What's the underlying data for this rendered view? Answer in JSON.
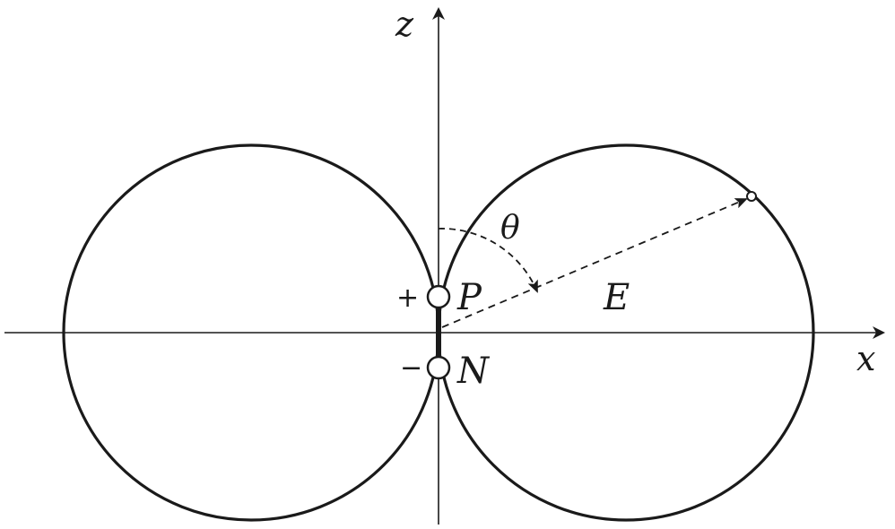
{
  "labels": {
    "z_axis": "z",
    "x_axis": "x",
    "theta": "θ",
    "field": "E",
    "positive_charge": "P",
    "negative_charge": "N",
    "plus_sign": "+",
    "minus_sign": "−"
  },
  "colors": {
    "ink": "#1a1a1a",
    "background": "#ffffff"
  }
}
